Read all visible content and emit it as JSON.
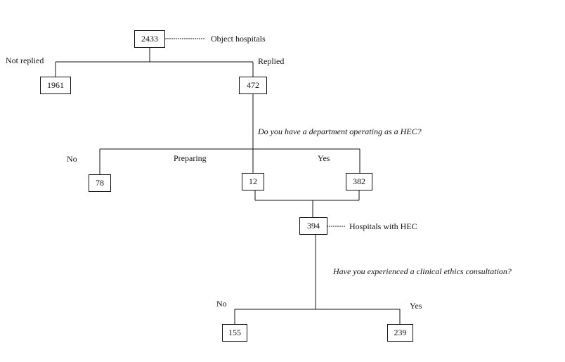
{
  "nodes": {
    "object_hospitals": "2433",
    "not_replied": "1961",
    "replied": "472",
    "no_hec": "78",
    "preparing_hec": "12",
    "yes_hec": "382",
    "hospitals_with_hec": "394",
    "no_consultation": "155",
    "yes_consultation": "239"
  },
  "labels": {
    "object_hospitals": "Object hospitals",
    "not_replied": "Not replied",
    "replied": "Replied",
    "question_hec": "Do you have a department operating as a HEC?",
    "no": "No",
    "preparing": "Preparing",
    "yes": "Yes",
    "hospitals_with_hec": "Hospitals  with  HEC",
    "question_consultation": "Have you experienced a clinical  ethics consultation?",
    "no_consultation": "No",
    "yes_consultation": "Yes"
  }
}
